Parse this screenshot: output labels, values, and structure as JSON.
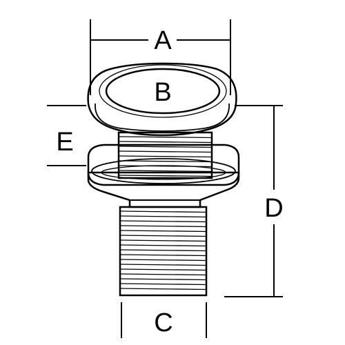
{
  "diagram": {
    "labels": {
      "a": "A",
      "b": "B",
      "c": "C",
      "d": "D",
      "e": "E"
    },
    "colors": {
      "stroke": "#000000",
      "background": "#ffffff",
      "fill": "#ffffff"
    }
  }
}
